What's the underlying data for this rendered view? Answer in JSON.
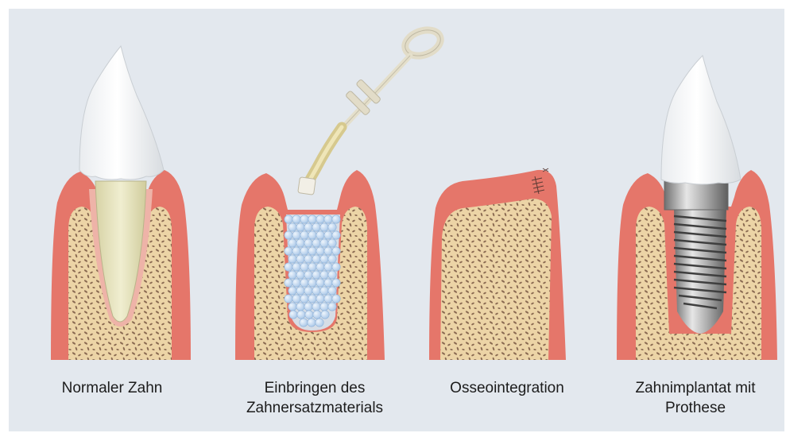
{
  "stages": [
    {
      "id": "normal-tooth",
      "caption_lines": [
        "Normaler Zahn"
      ]
    },
    {
      "id": "graft-insertion",
      "caption_lines": [
        "Einbringen des",
        "Zahnersatzmaterials"
      ]
    },
    {
      "id": "osseointegration",
      "caption_lines": [
        "Osseointegration"
      ]
    },
    {
      "id": "implant-with-prosthesis",
      "caption_lines": [
        "Zahnimplantat mit",
        "Prothese"
      ]
    }
  ],
  "colors": {
    "background": "#e3e8ee",
    "gum": "#e5766a",
    "bone": "#ecd4a6",
    "bone_pore": "#8a6a52",
    "crown": "#ffffff",
    "root": "#e8e6c0",
    "graft_granule": "#b9d3ee",
    "implant_metal": "#a8a8a8"
  }
}
